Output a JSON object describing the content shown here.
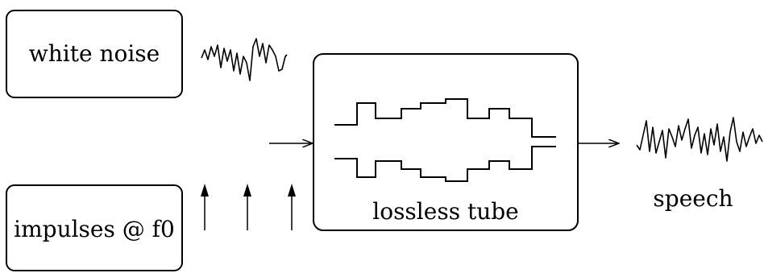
{
  "diagram": {
    "noise_label": "white noise",
    "impulse_label": "impulses @ f0",
    "tube_label": "lossless tube",
    "output_label": "speech"
  }
}
